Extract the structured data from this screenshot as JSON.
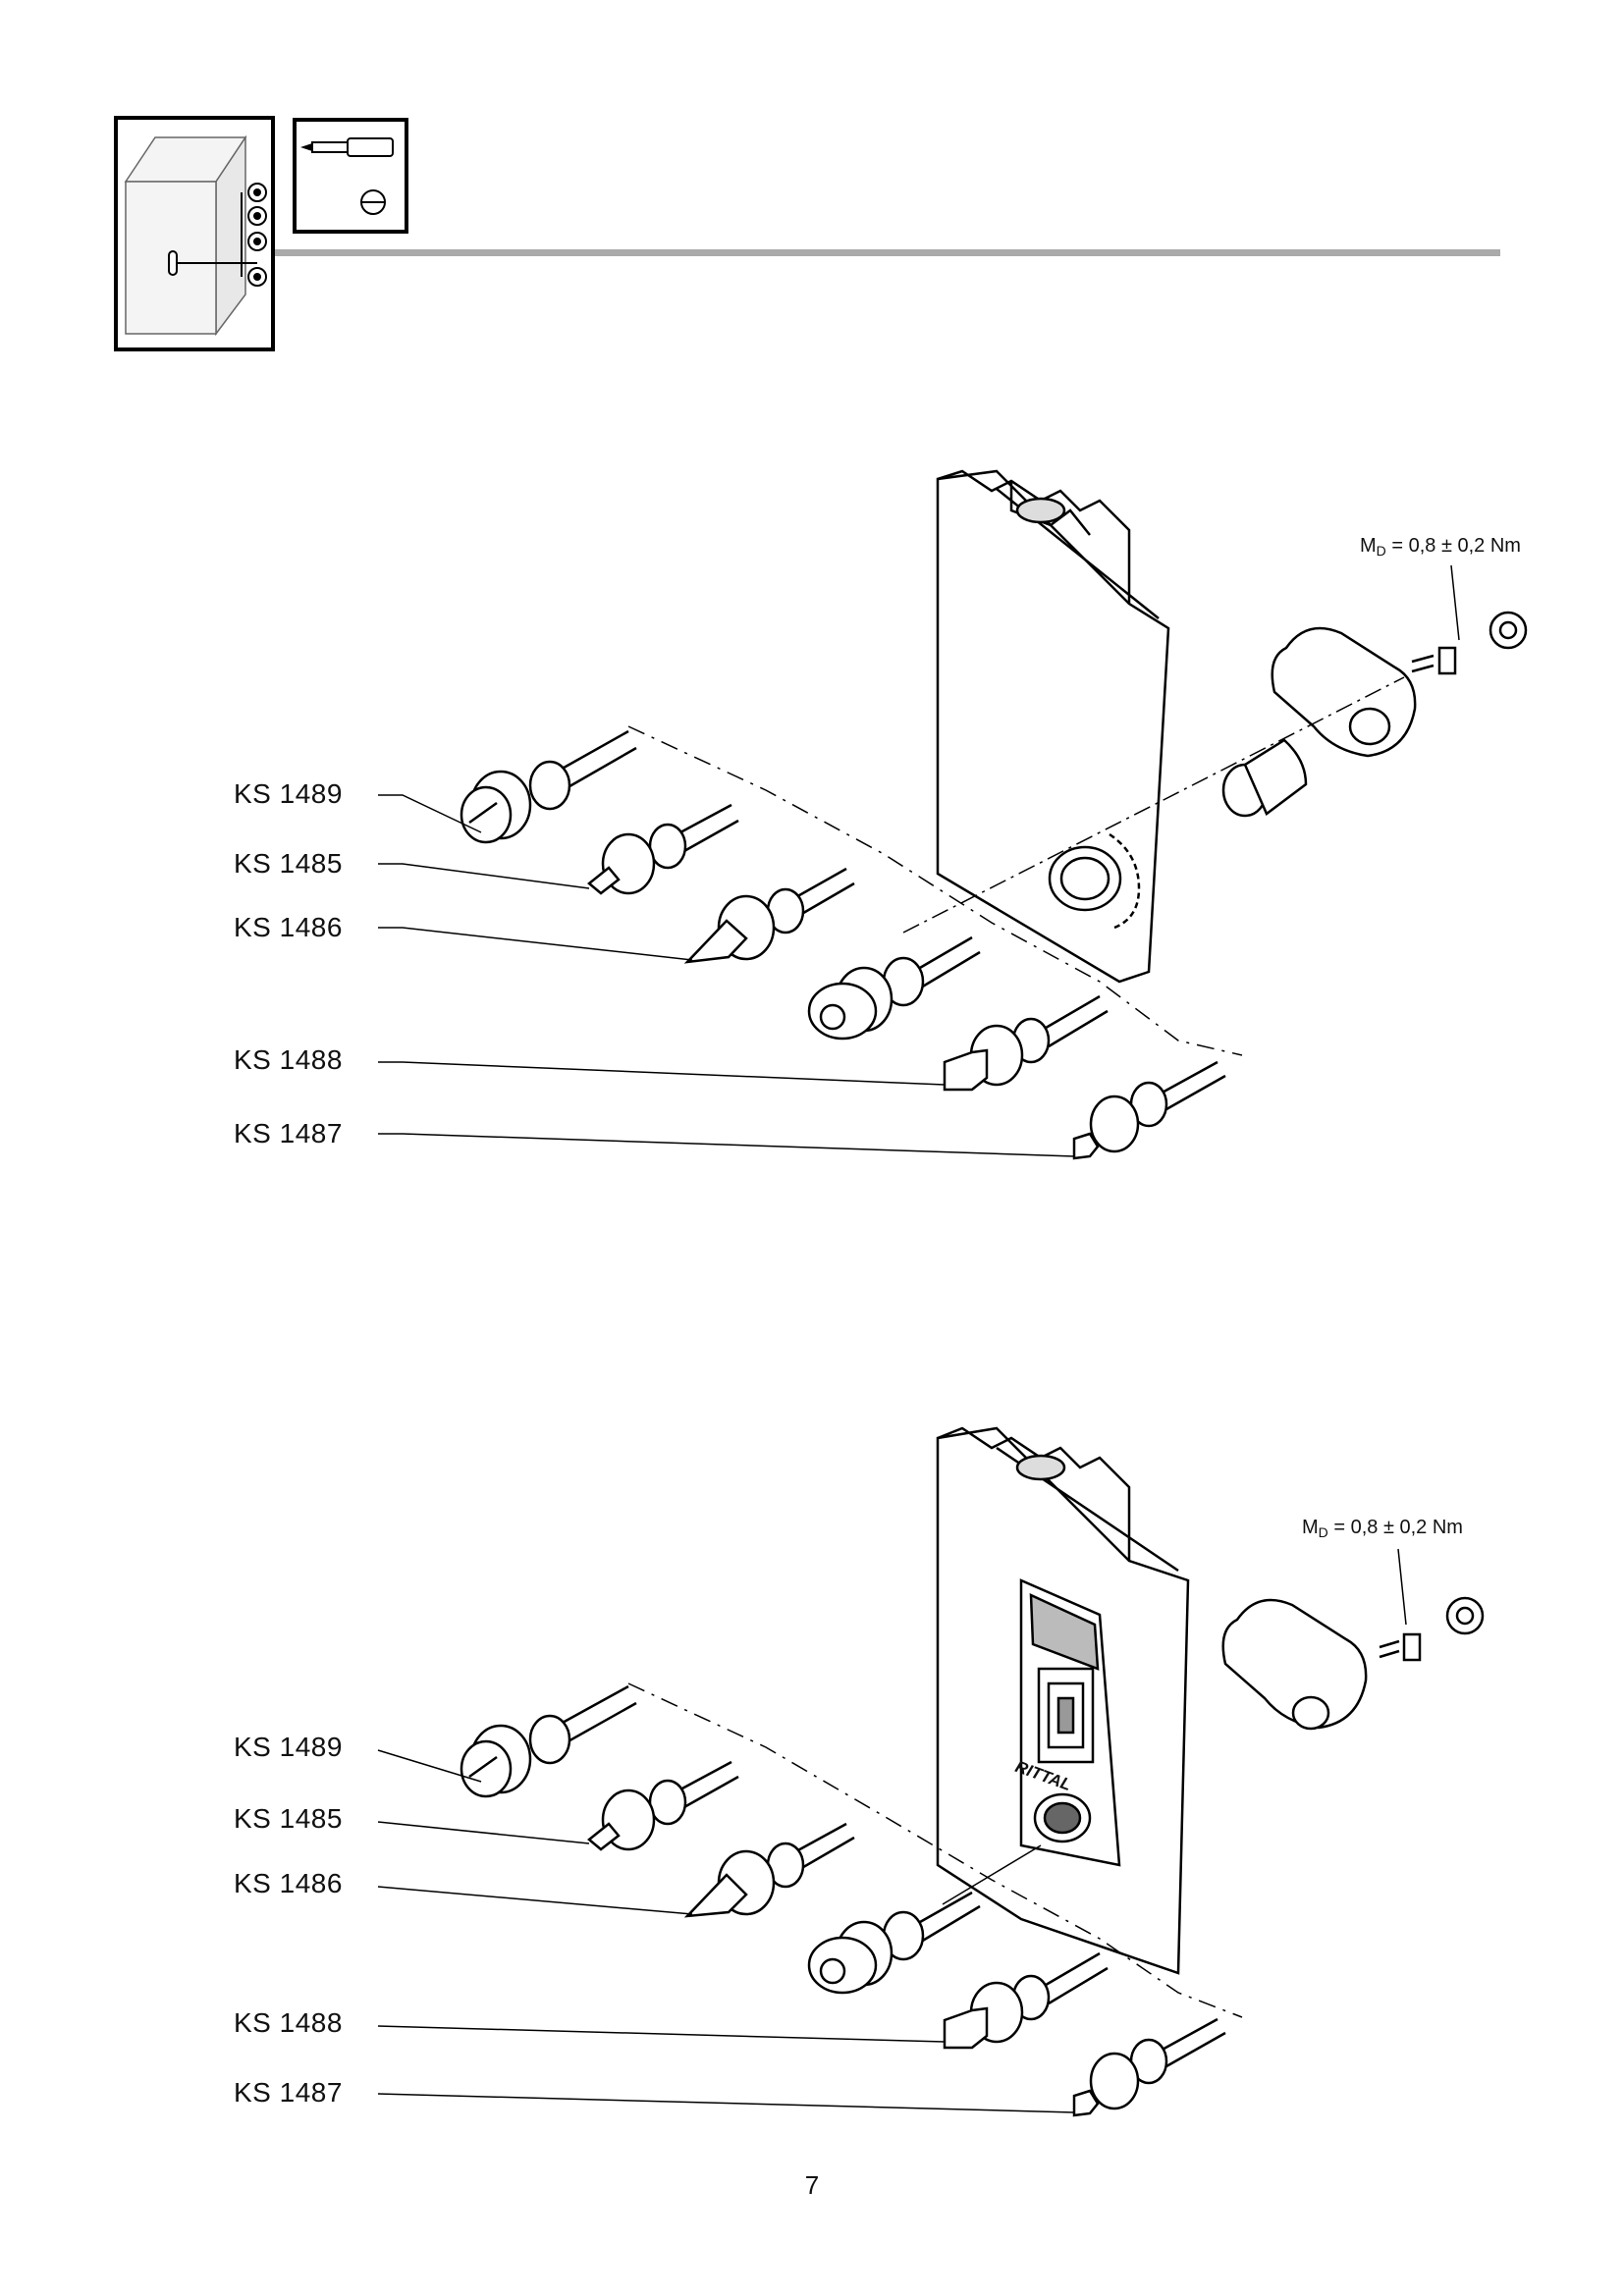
{
  "header": {
    "icon_cabinet": "cabinet-lock-icon",
    "icon_tool": "screwdriver-slot-icon",
    "rule_color": "#aaaaaa"
  },
  "diagram_top": {
    "torque": {
      "symbol": "M",
      "sub": "D",
      "value": " = 0,8 ± 0,2 Nm"
    },
    "labels": [
      "KS 1489",
      "KS 1485",
      "KS 1486",
      "KS 1488",
      "KS 1487"
    ]
  },
  "diagram_bottom": {
    "torque": {
      "symbol": "M",
      "sub": "D",
      "value": " = 0,8 ± 0,2 Nm"
    },
    "labels": [
      "KS 1489",
      "KS 1485",
      "KS 1486",
      "KS 1488",
      "KS 1487"
    ],
    "brand": "RITTAL"
  },
  "page_number": "7"
}
